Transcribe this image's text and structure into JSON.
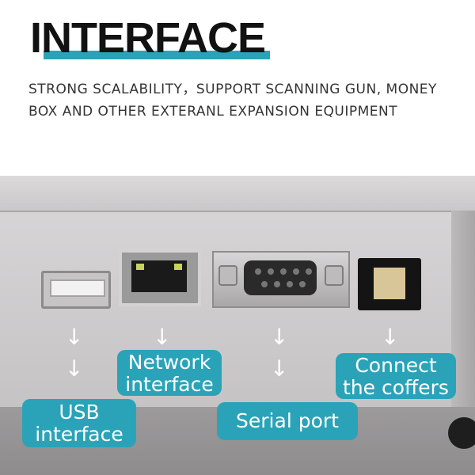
{
  "header": {
    "title": "INTERFACE",
    "subtitle": "STRONG SCALABILITY，SUPPORT SCANNING GUN, MONEY BOX AND OTHER EXTERANL EXPANSION EQUIPMENT",
    "accent_color": "#2aa3b8"
  },
  "ports": {
    "usb": {
      "label_line1": "USB",
      "label_line2": "interface"
    },
    "network": {
      "label_line1": "Network",
      "label_line2": "interface"
    },
    "serial": {
      "label": "Serial port"
    },
    "coffers": {
      "label_line1": "Connect",
      "label_line2": "the coffers"
    }
  },
  "icons": {
    "arrow": "↓"
  }
}
